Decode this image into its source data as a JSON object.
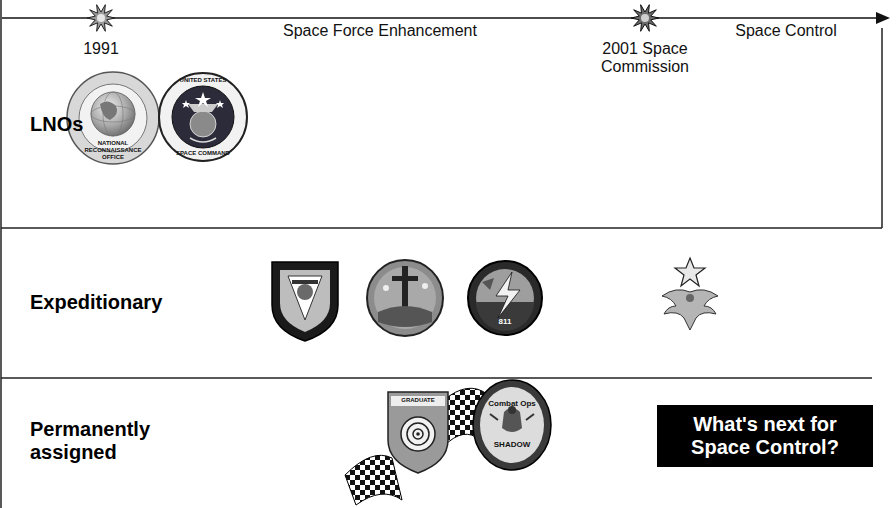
{
  "diagram": {
    "nodes": [
      {
        "text": [
          "What's next for Space Control?"
        ]
      }
    ],
    "labels": [
      "Space Force Enhancement",
      "Space Control",
      "1991",
      "2001 Space Commission",
      "LNOs",
      "Expeditionary",
      "Permanently assigned",
      "NATIONAL RECONNAISSANCE OFFICE",
      "UNITED STATES",
      "SPACE COMMAND",
      "811",
      "GRADUATE",
      "Combat Ops",
      "SHADOW"
    ]
  }
}
